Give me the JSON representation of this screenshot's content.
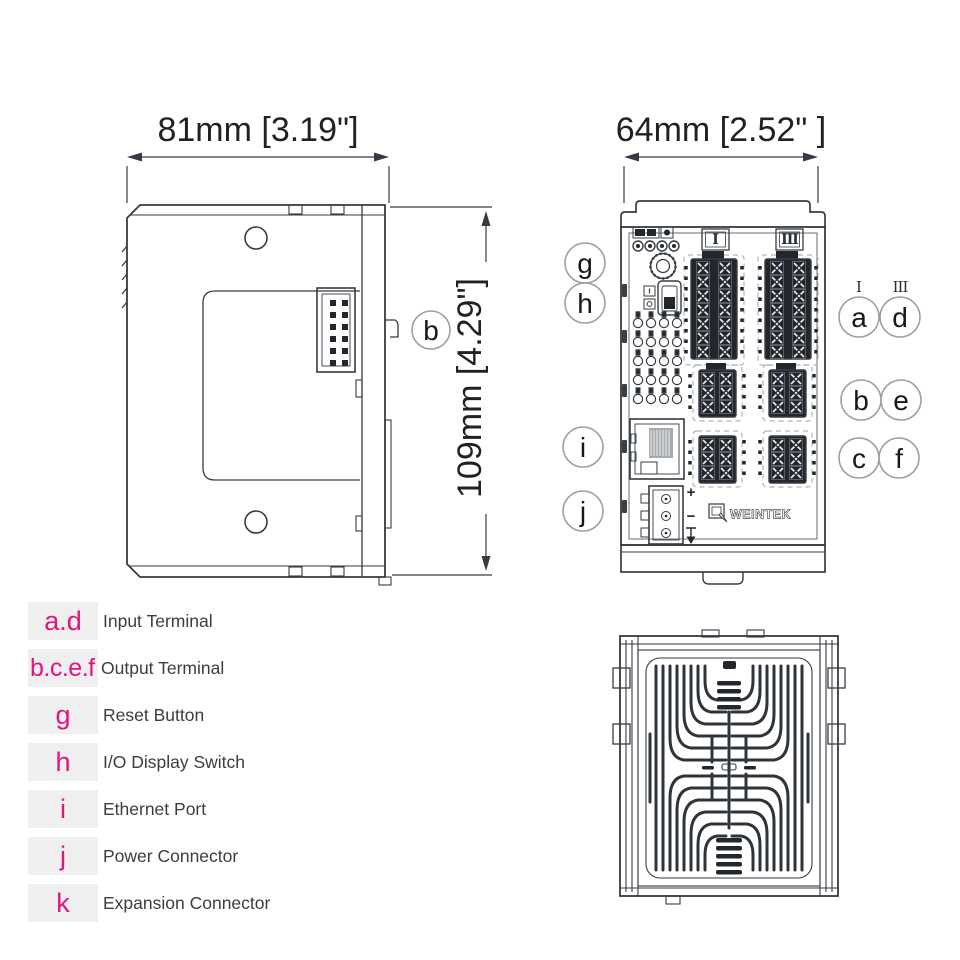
{
  "colors": {
    "accent_pink": "#e2147f",
    "legend_box_bg": "#efeff0",
    "legend_text": "#3d3d3d",
    "drawing_line": "#363b42",
    "callout_ring": "#9aa0a6"
  },
  "side_view": {
    "width_dim": "81mm [3.19\"]",
    "height_dim": "109mm [4.29\"]",
    "callout": "b"
  },
  "front_view": {
    "width_dim": "64mm [2.52\" ]",
    "terminal_box_labels": [
      "I",
      "III"
    ],
    "callouts_left": [
      "g",
      "h",
      "i",
      "j"
    ],
    "callouts_right": [
      {
        "letter": "a",
        "numeral": "I"
      },
      {
        "letter": "d",
        "numeral": "III"
      },
      {
        "letter": "b"
      },
      {
        "letter": "e"
      },
      {
        "letter": "c"
      },
      {
        "letter": "f"
      }
    ],
    "power_symbols": {
      "plus": "+",
      "minus": "−"
    },
    "brand": "WEINTEK"
  },
  "legend": {
    "rows": [
      {
        "key": "a.d",
        "label": "Input Terminal"
      },
      {
        "key": "b.c.e.f",
        "label": "Output Terminal"
      },
      {
        "key": "g",
        "label": "Reset Button"
      },
      {
        "key": "h",
        "label": "I/O Display Switch"
      },
      {
        "key": "i",
        "label": "Ethernet Port"
      },
      {
        "key": "j",
        "label": "Power Connector"
      },
      {
        "key": "k",
        "label": "Expansion Connector"
      }
    ]
  }
}
